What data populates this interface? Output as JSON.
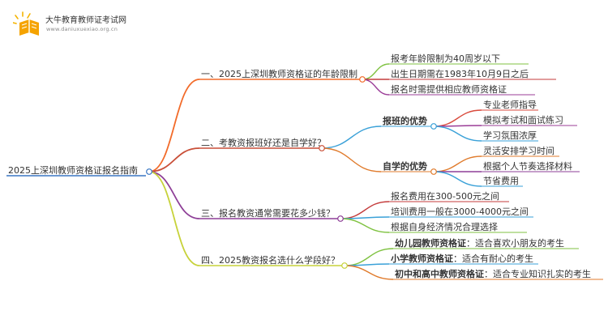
{
  "brand": {
    "name": "大牛教育教师证考试网",
    "url": "www.daniuxuexiao.org.cn"
  },
  "mindmap": {
    "root": "2025上深圳教师资格证报名指南",
    "branches": [
      {
        "title": "一、2025上深圳教师资格证的年龄限制",
        "color": "#f26b2a",
        "items": [
          "报考年龄限制为40周岁以下",
          "出生日期需在1983年10月9日之后",
          "报名时需提供相应教师资格证"
        ]
      },
      {
        "title": "二、考教资报班好还是自学好？",
        "color": "#c94f38",
        "subgroups": [
          {
            "title": "报班的优势",
            "items": [
              "专业老师指导",
              "模拟考试和面试练习",
              "学习氛围浓厚"
            ]
          },
          {
            "title": "自学的优势",
            "items": [
              "灵活安排学习时间",
              "根据个人节奏选择材料",
              "节省费用"
            ]
          }
        ]
      },
      {
        "title": "三、报名教资通常需要花多少钱？",
        "color": "#8e3f97",
        "items": [
          "报名费用在300-500元之间",
          "培训费用一般在3000-4000元之间",
          "根据自身经济情况合理选择"
        ]
      },
      {
        "title": "四、2025教资报名选什么学段好？",
        "color": "#c7d23a",
        "items": [
          {
            "bold": "幼儿园教师资格证",
            "rest": "：适合喜欢小朋友的考生"
          },
          {
            "bold": "小学教师资格证",
            "rest": "：适合有耐心的考生"
          },
          {
            "bold": "初中和高中教师资格证",
            "rest": "：适合专业知识扎实的考生"
          }
        ]
      }
    ]
  }
}
